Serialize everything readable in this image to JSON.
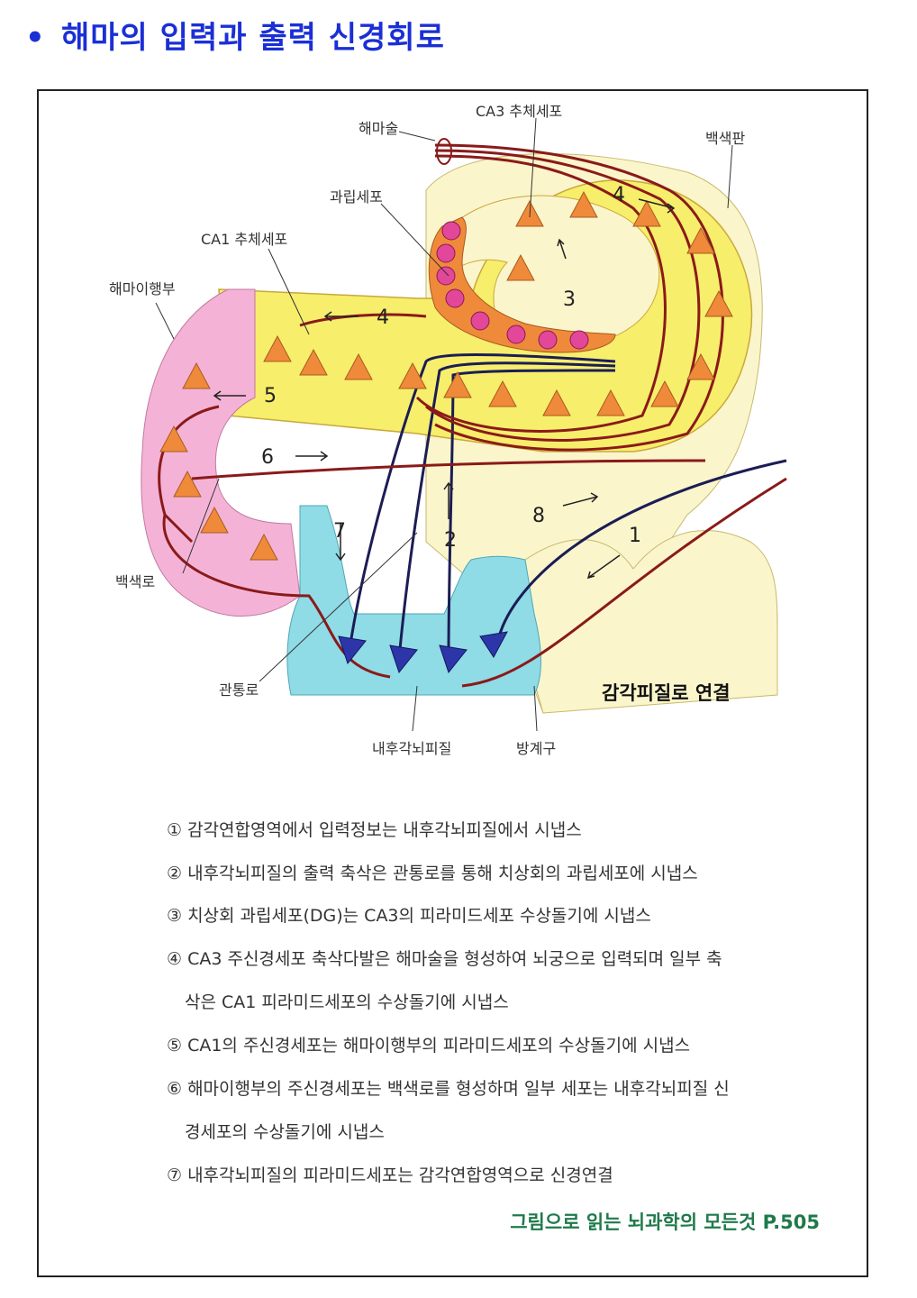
{
  "title": {
    "bullet": "•",
    "text": "해마의 입력과 출력 신경회로"
  },
  "diagram_labels": {
    "ca3_pyramidal": "CA3 추체세포",
    "fimbria": "해마술",
    "alveus": "백색판",
    "granule_cell": "과립세포",
    "ca1_pyramidal": "CA1 추체세포",
    "subiculum": "해마이행부",
    "white_path": "백색로",
    "perforant_path": "관통로",
    "entorhinal_cortex": "내후각뇌피질",
    "parasubiculum": "방계구",
    "to_sensory_cortex": "감각피질로 연결"
  },
  "pathway_numbers": [
    "1",
    "2",
    "3",
    "4",
    "4",
    "5",
    "6",
    "7",
    "8"
  ],
  "colors": {
    "title": "#1a2fd6",
    "source": "#1f7a4a",
    "yellow_region": "#f7ee6b",
    "pink_region": "#f4b3d6",
    "cyan_region": "#8fdbe6",
    "cream_region": "#fbf5cc",
    "orange_cells": "#ef8a3a",
    "blue_cells": "#2d36a8",
    "axon_red": "#8a1a1a",
    "axon_navy": "#1b1d55"
  },
  "notes": {
    "n1": "① 감각연합영역에서 입력정보는 내후각뇌피질에서 시냅스",
    "n2": "② 내후각뇌피질의 출력 축삭은 관통로를 통해 치상회의 과립세포에 시냅스",
    "n3": "③ 치상회 과립세포(DG)는 CA3의 피라미드세포 수상돌기에 시냅스",
    "n4a": "④ CA3 주신경세포 축삭다발은 해마술을 형성하여 뇌궁으로 입력되며 일부 축",
    "n4b": "삭은 CA1 피라미드세포의 수상돌기에 시냅스",
    "n5": "⑤ CA1의 주신경세포는 해마이행부의 피라미드세포의 수상돌기에 시냅스",
    "n6a": "⑥ 해마이행부의 주신경세포는 백색로를 형성하며 일부 세포는 내후각뇌피질 신",
    "n6b": "경세포의 수상돌기에 시냅스",
    "n7": "⑦ 내후각뇌피질의 피라미드세포는 감각연합영역으로 신경연결"
  },
  "source": "그림으로 읽는 뇌과학의 모든것 P.505"
}
